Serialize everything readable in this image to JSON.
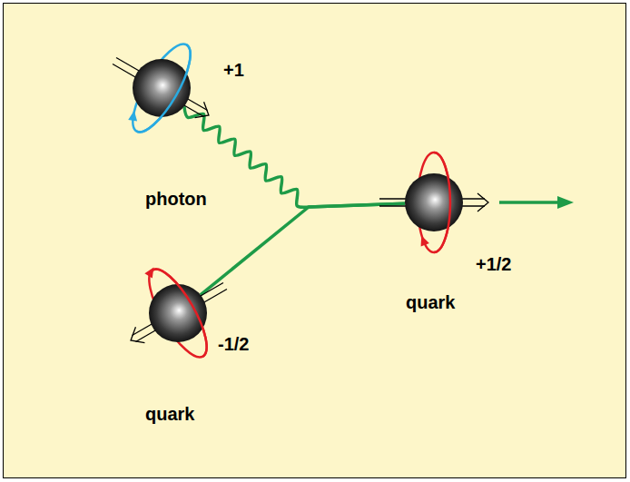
{
  "diagram": {
    "nodes": [
      {
        "text": [
          "+1",
          "photon"
        ]
      },
      {
        "text": [
          "+1/2",
          "quark"
        ]
      },
      {
        "text": [
          "-1/2",
          "quark"
        ]
      }
    ],
    "edges": [
      {
        "from": 0,
        "to": 1,
        "arrow": "none"
      },
      {
        "from": 2,
        "to": 1,
        "arrow": "none"
      }
    ]
  }
}
